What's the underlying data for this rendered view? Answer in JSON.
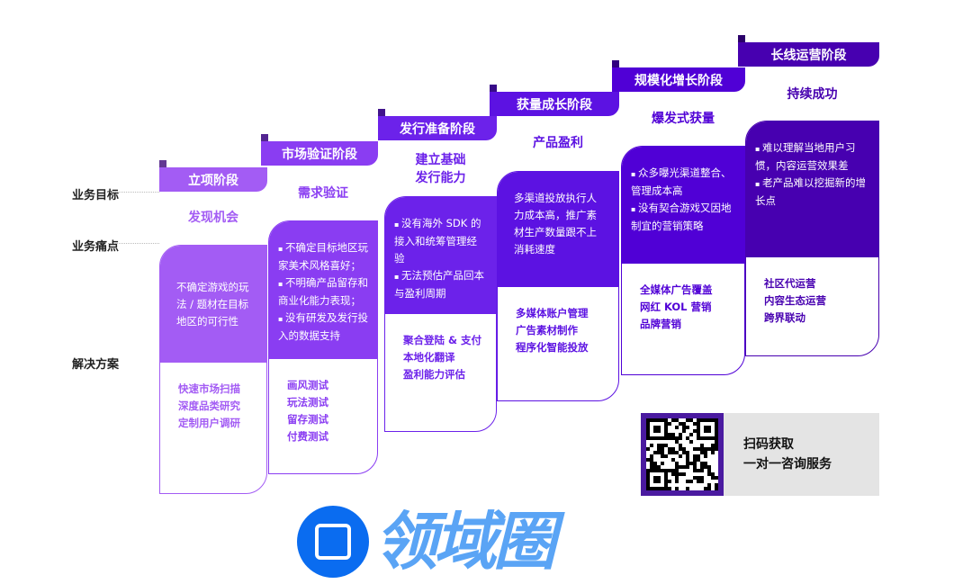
{
  "row_labels": {
    "goal": "业务目标",
    "pain": "业务痛点",
    "solution": "解决方案"
  },
  "stages": [
    {
      "name": "立项阶段",
      "goal": "发现机会",
      "pain_text": "不确定游戏的玩法 / 题材在目标地区的可行性",
      "pains": [],
      "solutions": [
        "快速市场扫描",
        "深度品类研究",
        "定制用户调研"
      ],
      "color": "#a35cf4"
    },
    {
      "name": "市场验证阶段",
      "goal": "需求验证",
      "pain_text": "",
      "pains": [
        "不确定目标地区玩家美术风格喜好；",
        "不明确产品留存和商业化能力表现；",
        "没有研发及发行投入的数据支持"
      ],
      "solutions": [
        "画风测试",
        "玩法测试",
        "留存测试",
        "付费测试"
      ],
      "color": "#8a3df2"
    },
    {
      "name": "发行准备阶段",
      "goal": "建立基础\n发行能力",
      "pain_text": "",
      "pains": [
        "没有海外 SDK 的接入和统筹管理经验",
        "无法预估产品回本与盈利周期"
      ],
      "solutions": [
        "聚合登陆 & 支付",
        "本地化翻译",
        "盈利能力评估"
      ],
      "color": "#6c22ea"
    },
    {
      "name": "获量成长阶段",
      "goal": "产品盈利",
      "pain_text": "多渠道投放执行人力成本高，推广素材生产数量跟不上消耗速度",
      "pains": [],
      "solutions": [
        "多媒体账户管理",
        "广告素材制作",
        "程序化智能投放"
      ],
      "color": "#5c12e2"
    },
    {
      "name": "规模化增长阶段",
      "goal": "爆发式获量",
      "pain_text": "",
      "pains": [
        "众多曝光渠道整合、管理成本高",
        "没有契合游戏又因地制宜的营销策略"
      ],
      "solutions": [
        "全媒体广告覆盖",
        "网红 KOL 营销",
        "品牌营销"
      ],
      "color": "#5000d6"
    },
    {
      "name": "长线运营阶段",
      "goal": "持续成功",
      "pain_text": "",
      "pains": [
        "难以理解当地用户习惯，内容运营效果差",
        "老产品难以挖掘新的增长点"
      ],
      "solutions": [
        "社区代运营",
        "内容生态运营",
        "跨界联动"
      ],
      "color": "#4700b0"
    }
  ],
  "qr": {
    "line1": "扫码获取",
    "line2": "一对一咨询服务"
  },
  "watermark": "领域圈"
}
